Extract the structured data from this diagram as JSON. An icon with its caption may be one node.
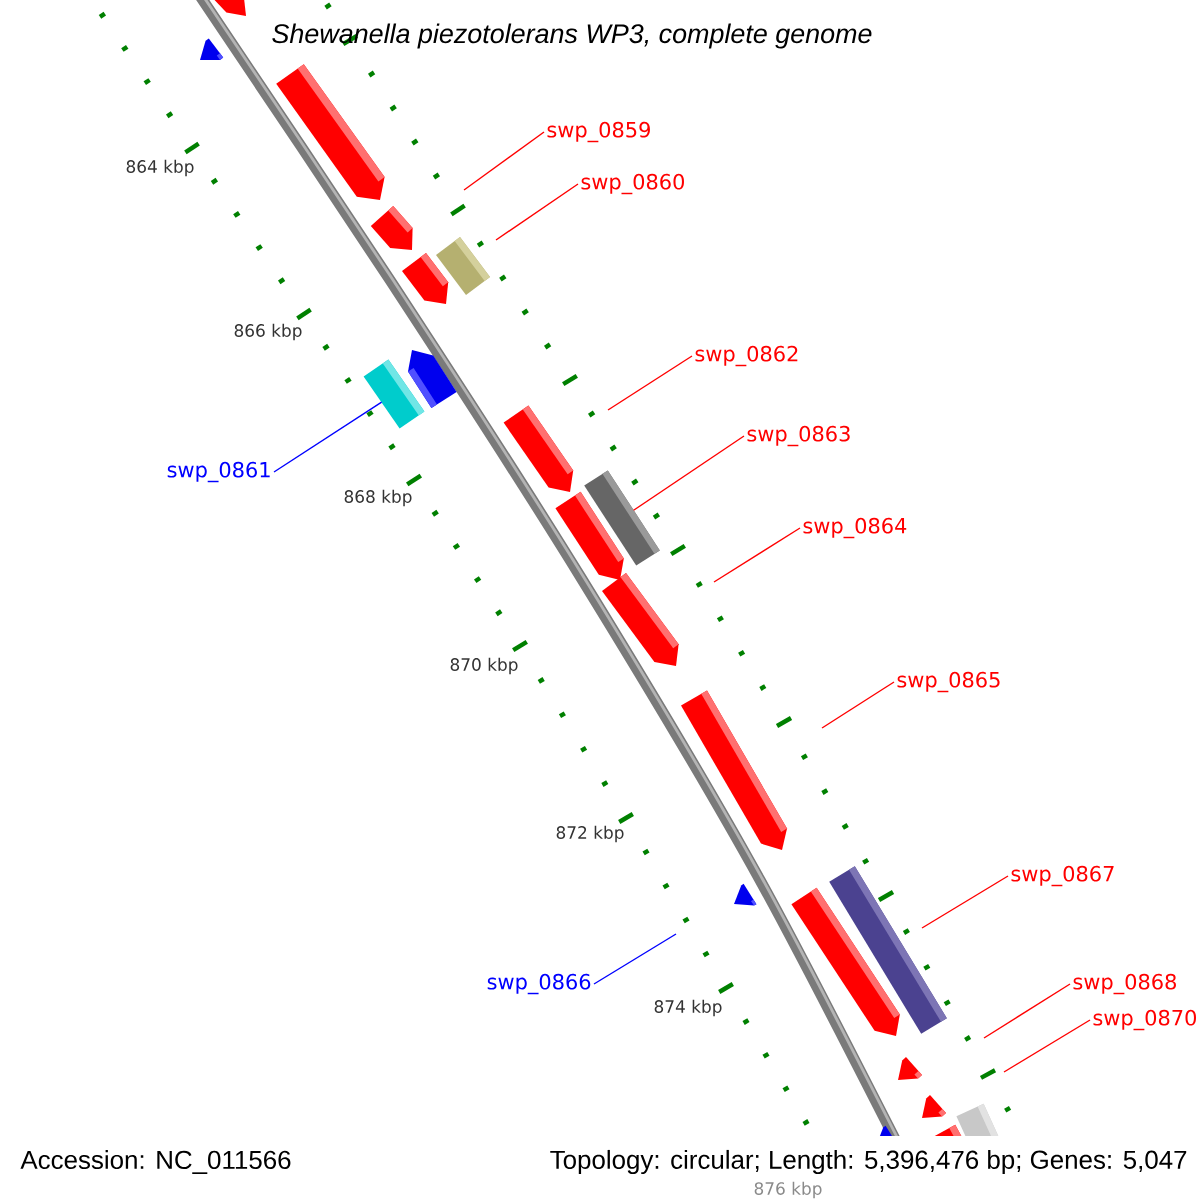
{
  "diagram": {
    "title": "Shewanella piezotolerans WP3, complete genome",
    "nodes": [
      {
        "text": [
          "swp_0859"
        ]
      },
      {
        "text": [
          "swp_0860"
        ]
      },
      {
        "text": [
          "swp_0862"
        ]
      },
      {
        "text": [
          "swp_0863"
        ]
      },
      {
        "text": [
          "swp_0861"
        ]
      },
      {
        "text": [
          "swp_0864"
        ]
      },
      {
        "text": [
          "swp_0865"
        ]
      },
      {
        "text": [
          "swp_0867"
        ]
      },
      {
        "text": [
          "swp_0866"
        ]
      },
      {
        "text": [
          "swp_0868"
        ]
      },
      {
        "text": [
          "swp_0870"
        ]
      },
      {
        "text": [],
        "shape": "box"
      },
      {
        "text": [],
        "shape": "box"
      }
    ],
    "edges": [
      {
        "from": 0,
        "to": null,
        "arrow": "none"
      },
      {
        "from": 1,
        "to": null,
        "arrow": "none"
      },
      {
        "from": 2,
        "to": null,
        "arrow": "none"
      },
      {
        "from": 3,
        "to": 12,
        "arrow": "none"
      },
      {
        "from": 4,
        "to": 11,
        "arrow": "none",
        "color": "#0000ff"
      },
      {
        "from": 5,
        "to": null,
        "arrow": "none"
      },
      {
        "from": 6,
        "to": null,
        "arrow": "none"
      },
      {
        "from": 7,
        "to": null,
        "arrow": "none"
      },
      {
        "from": 8,
        "to": null,
        "arrow": "none",
        "color": "#0000ff"
      },
      {
        "from": 9,
        "to": null,
        "arrow": "none"
      },
      {
        "from": 10,
        "to": null,
        "arrow": "none"
      }
    ],
    "labels": [
      "864 kbp",
      "866 kbp",
      "868 kbp",
      "870 kbp",
      "872 kbp",
      "874 kbp",
      "Accession: NC_011566",
      "Topology: circular; Length: 5,396,476 bp; Genes: 5,047",
      "876 kbp"
    ]
  }
}
